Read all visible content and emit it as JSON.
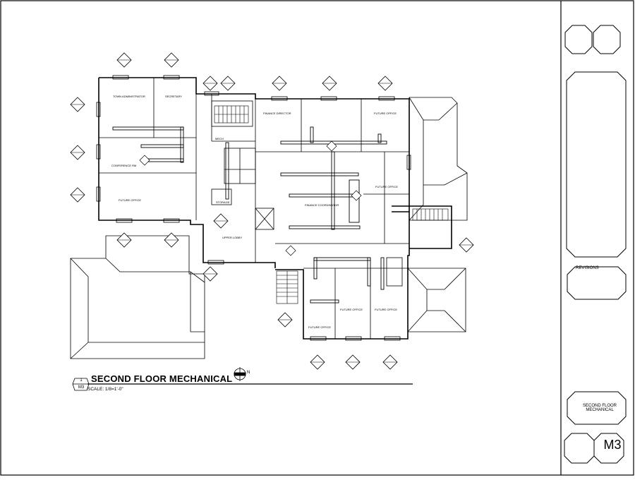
{
  "drawing": {
    "title": "SECOND FLOOR MECHANICAL",
    "scale": "SCALE: 1/8=1'-0\"",
    "detail_number": "1",
    "detail_sheet": "M3",
    "north_label": "N"
  },
  "title_block": {
    "revisions_label": "REVISIONS",
    "sheet_name": "SECOND FLOOR MECHANICAL",
    "sheet_number": "M3"
  },
  "rooms": {
    "r1": "TOWN ADMINISTRATOR",
    "r2": "SECRETARY",
    "r3": "CONFERENCE RM",
    "r4": "FUTURE OFFICE",
    "r5": "FINANCE DIRECTOR",
    "r6": "FUTURE OFFICE",
    "r7": "FUTURE OFFICE",
    "r8": "FINANCE COORDINATOR",
    "r9": "MECH",
    "r10": "STORAGE",
    "r11": "UPPER LOBBY",
    "r12": "FUTURE OFFICE",
    "r13": "FUTURE OFFICE",
    "r14": "FUTURE OFFICE"
  },
  "colors": {
    "line": "#000000",
    "background": "#ffffff"
  }
}
